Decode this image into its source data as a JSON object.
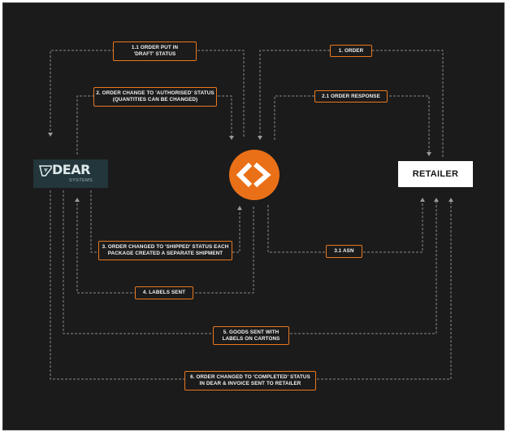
{
  "colors": {
    "background": "#1b1b1b",
    "accent": "#ea7018",
    "dear_logo_bg": "#22363b"
  },
  "nodes": {
    "dear": {
      "brand": "DEAR",
      "sub": "SYSTEMS"
    },
    "hub": {
      "icon": "chevron-arrows-icon"
    },
    "retailer": {
      "label": "RETAILER"
    }
  },
  "steps": [
    {
      "lines": [
        "1.1 ORDER PUT IN",
        "'DRAFT' STATUS"
      ]
    },
    {
      "lines": [
        "1. ORDER"
      ]
    },
    {
      "lines": [
        "2. ORDER CHANGE TO 'AUTHORISED' STATUS",
        "(QUANTITIES CAN BE CHANGED)"
      ]
    },
    {
      "lines": [
        "2.1 ORDER RESPONSE"
      ]
    },
    {
      "lines": [
        "3. ORDER CHANGED TO 'SHIPPED' STATUS EACH",
        "PACKAGE CREATED A SEPARATE SHIPMENT"
      ]
    },
    {
      "lines": [
        "3.1 ASN"
      ]
    },
    {
      "lines": [
        "4. LABELS SENT"
      ]
    },
    {
      "lines": [
        "5. GOODS SENT WITH",
        "LABELS ON CARTONS"
      ]
    },
    {
      "lines": [
        "6. ORDER CHANGED TO 'COMPLETED' STATUS",
        "IN DEAR & INVOICE SENT TO RETAILER"
      ]
    }
  ]
}
